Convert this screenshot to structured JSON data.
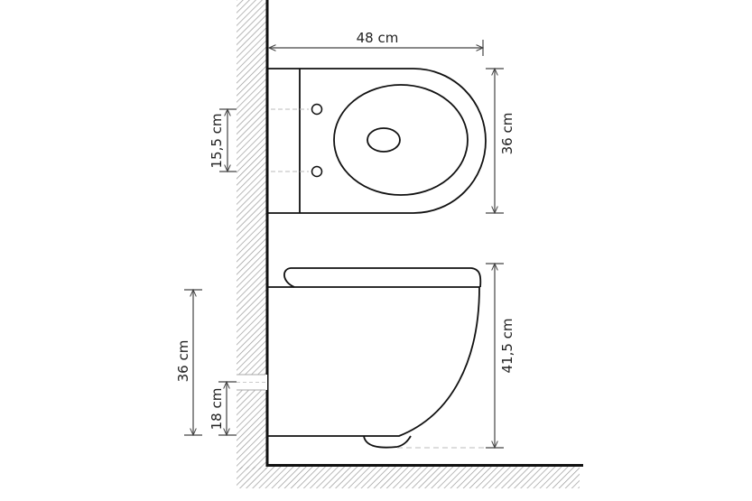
{
  "diagram": {
    "subject": "wall-hung toilet dimensions",
    "colors": {
      "line": "#111111",
      "dimension": "#444444",
      "hatch": "#9a9a9a",
      "dashed": "#bbbbbb",
      "background": "#ffffff"
    },
    "top_view": {
      "width_label": "48 cm",
      "depth_label": "36 cm",
      "bolt_spacing_label": "15,5 cm"
    },
    "side_view": {
      "height_label": "41,5 cm",
      "mount_height_label": "36 cm",
      "drain_height_label": "18 cm"
    }
  }
}
